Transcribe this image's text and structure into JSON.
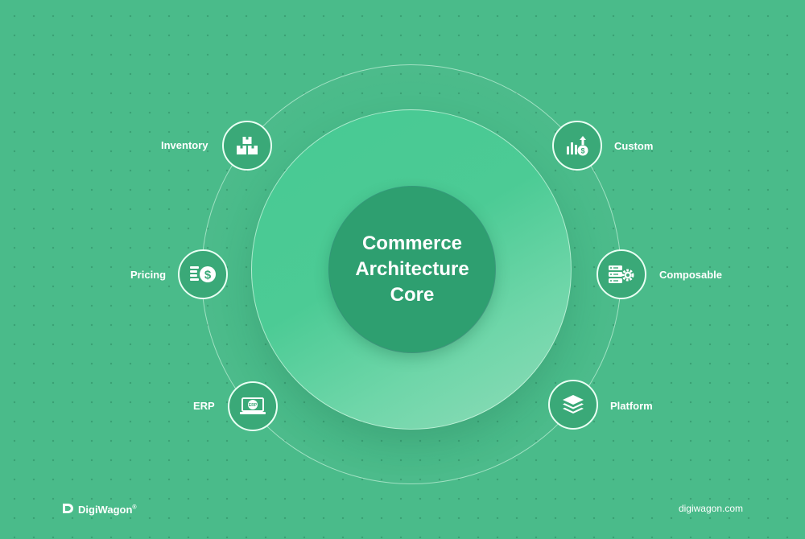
{
  "core": {
    "line1": "Commerce",
    "line2": "Architecture",
    "line3": "Core"
  },
  "nodes": {
    "inventory": {
      "label": "Inventory",
      "icon": "boxes-icon"
    },
    "pricing": {
      "label": "Pricing",
      "icon": "coins-dollar-icon"
    },
    "erp": {
      "label": "ERP",
      "icon": "laptop-erp-icon",
      "badge": "ERP"
    },
    "custom": {
      "label": "Custom",
      "icon": "chart-growth-icon"
    },
    "composable": {
      "label": "Composable",
      "icon": "server-gear-icon"
    },
    "platform": {
      "label": "Platform",
      "icon": "layers-icon"
    }
  },
  "footer": {
    "brand": "DigiWagon",
    "registered": "®",
    "website": "digiwagon.com"
  },
  "colors": {
    "background": "#4abb8a",
    "core": "#2e9f70",
    "node": "#3aa978",
    "text": "#ffffff"
  }
}
